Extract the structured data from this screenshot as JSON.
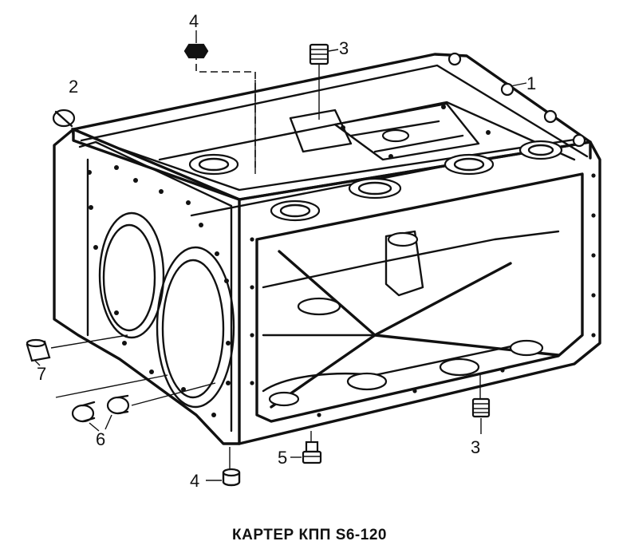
{
  "caption": "КАРТЕР КПП S6-120",
  "labels": {
    "l1": "1",
    "l2": "2",
    "l3a": "3",
    "l3b": "3",
    "l4a": "4",
    "l4b": "4",
    "l5": "5",
    "l6": "6",
    "l7": "7"
  }
}
